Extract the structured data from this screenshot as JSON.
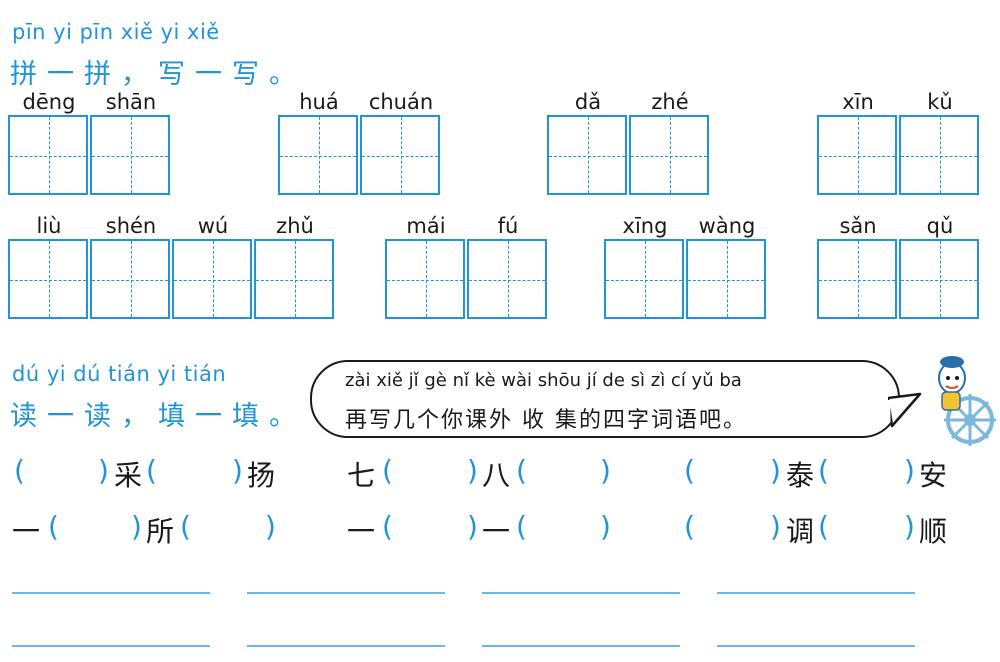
{
  "section1": {
    "pinyin": "pīn yi pīn    xiě yi xiě",
    "title": "拼一拼，写一写。",
    "groups_row1": [
      [
        "dēng",
        "shān"
      ],
      [
        "huá",
        "chuán"
      ],
      [
        "dǎ",
        "zhé"
      ],
      [
        "xīn",
        "kǔ"
      ]
    ],
    "groups_row2": [
      [
        "liù",
        "shén",
        "wú",
        "zhǔ"
      ],
      [
        "mái",
        "fú"
      ],
      [
        "xīng",
        "wàng"
      ],
      [
        "sǎn",
        "qǔ"
      ]
    ]
  },
  "section2": {
    "pinyin": "dú yi dú    tián yi tián",
    "title": "读一读，填一填。",
    "bubble_pinyin": "zài xiě  jǐ   gè  nǐ  kè  wài shōu  jí  de  sì   zì   cí  yǔ  ba",
    "bubble_text": "再写几个你课外 收 集的四字词语吧。",
    "row1": {
      "item1": [
        "采",
        "扬"
      ],
      "item2": [
        "七",
        "八"
      ],
      "item3": [
        "泰",
        "安"
      ]
    },
    "row2": {
      "item1": [
        "一",
        "所"
      ],
      "item2": [
        "一",
        "一"
      ],
      "item3": [
        "调",
        "顺"
      ]
    }
  },
  "icon": "cartoon-character-with-ship-wheel-icon"
}
